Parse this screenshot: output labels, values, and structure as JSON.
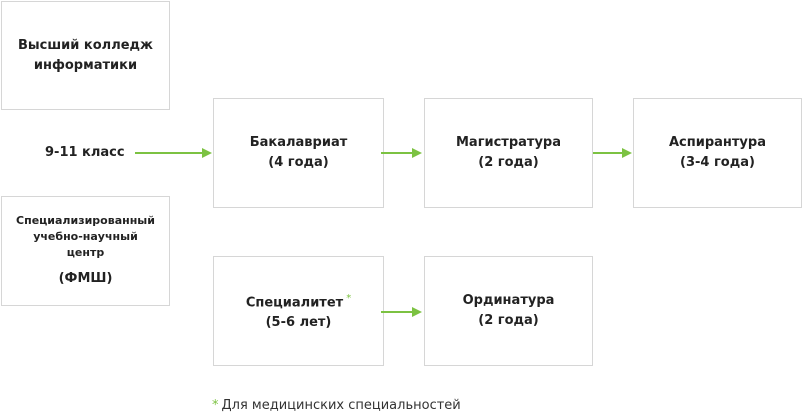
{
  "colors": {
    "accent": "#7cc242",
    "border": "#d6d6d6",
    "text": "#222222"
  },
  "left": {
    "college": [
      "Высший колледж",
      "информатики"
    ],
    "grade": "9-11 класс",
    "center": [
      "Специализированный",
      "учебно-научный",
      "центр"
    ],
    "center_abbr": "(ФМШ)"
  },
  "row1": {
    "bachelor": {
      "name": "Бакалавриат",
      "duration": "(4 года)"
    },
    "master": {
      "name": "Магистратура",
      "duration": "(2 года)"
    },
    "postgrad": {
      "name": "Аспирантура",
      "duration": "(3-4 года)"
    }
  },
  "row2": {
    "specialist": {
      "name": "Специалитет",
      "mark": "*",
      "duration": "(5-6 лет)"
    },
    "residency": {
      "name": "Ординатура",
      "duration": "(2 года)"
    }
  },
  "footnote": {
    "mark": "*",
    "text": "Для медицинских специальностей"
  }
}
